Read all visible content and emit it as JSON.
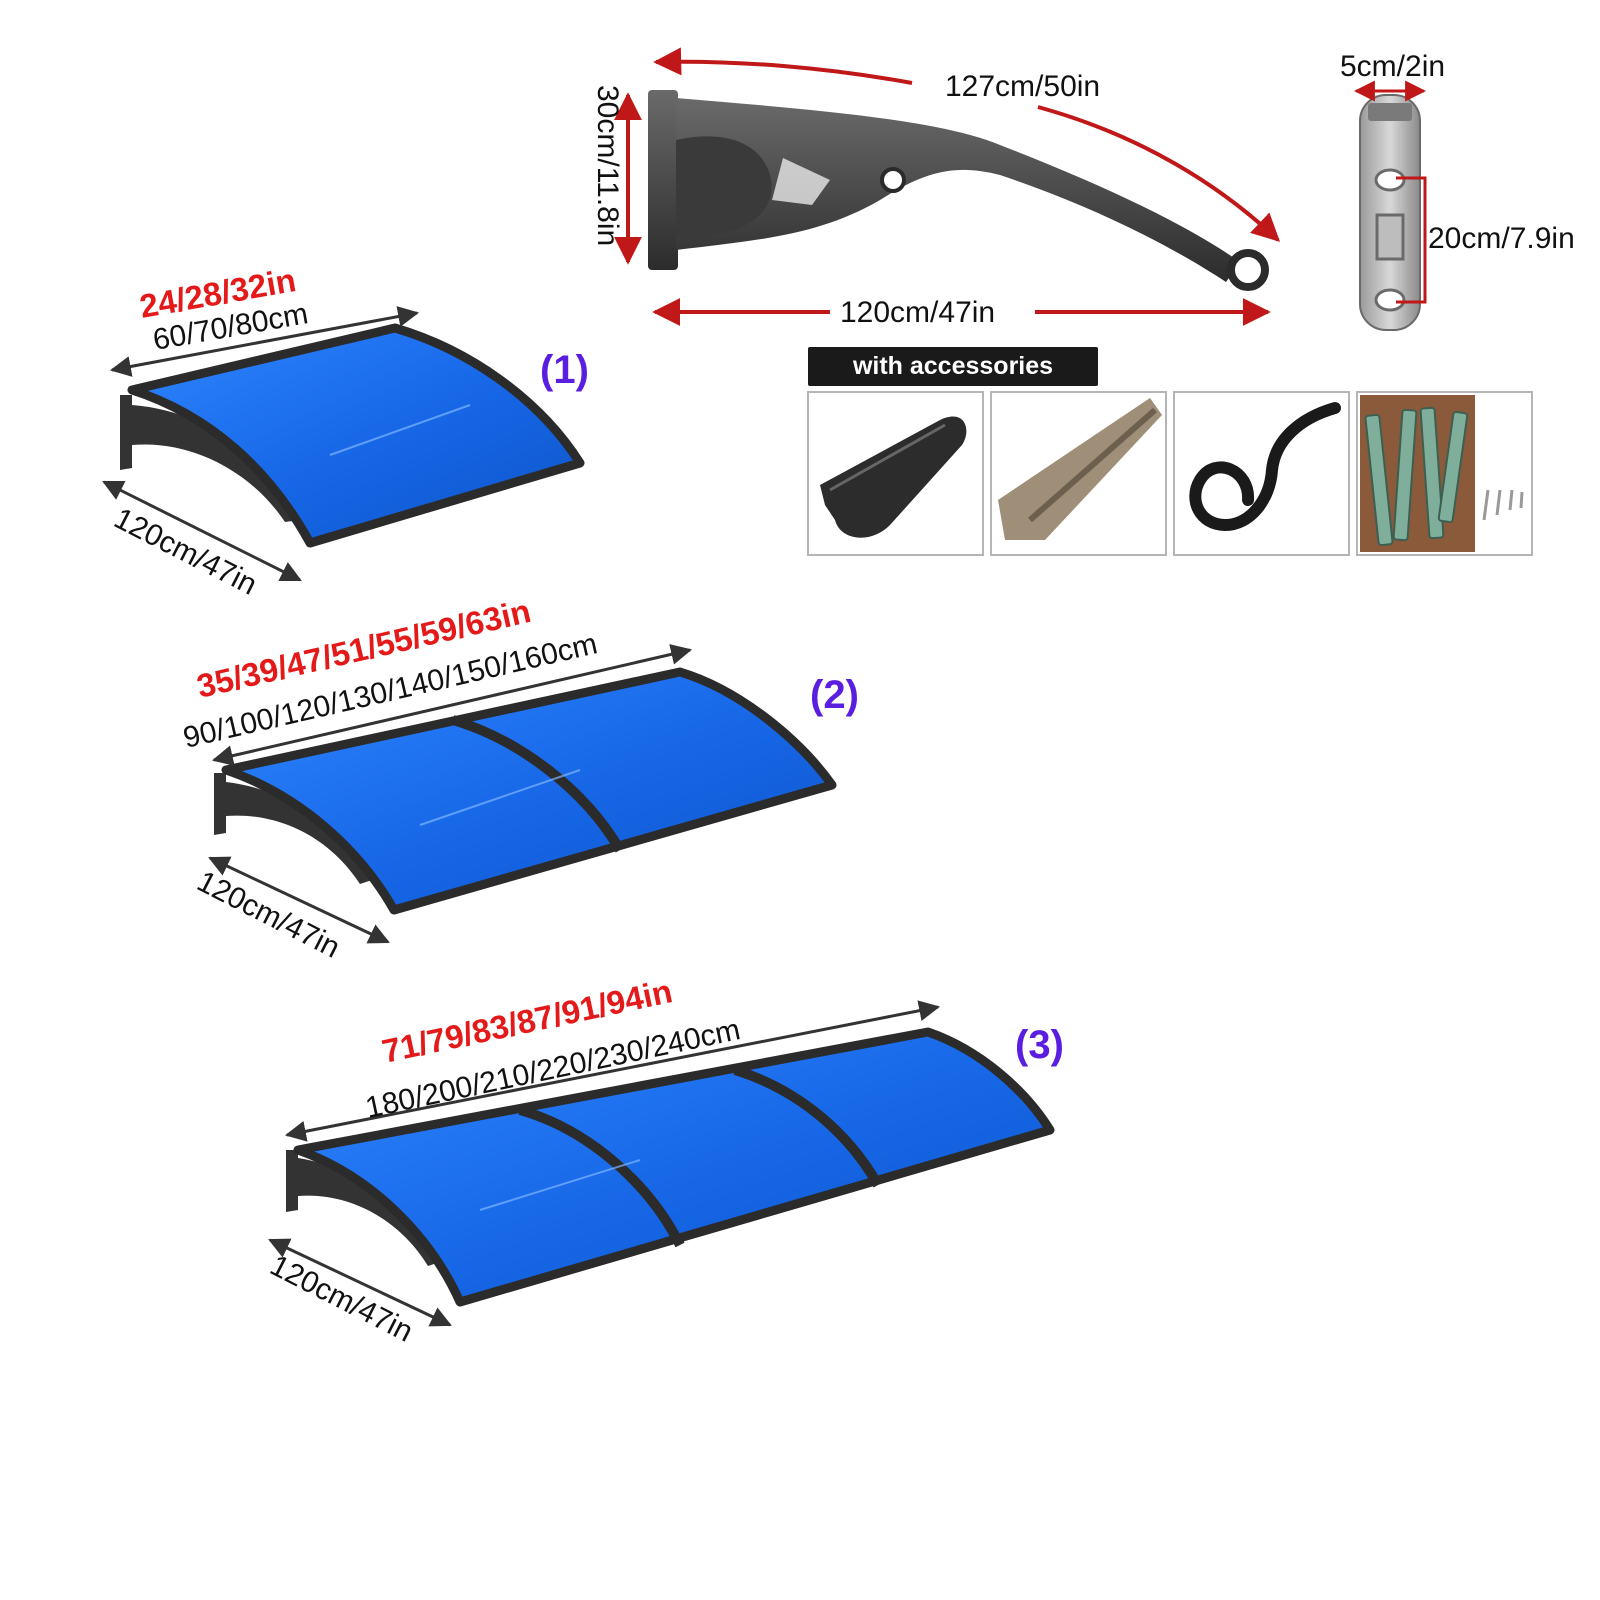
{
  "bracket": {
    "arc_length": "127cm/50in",
    "height": "30cm/11.8in",
    "projection": "120cm/47in"
  },
  "mount_plate": {
    "width": "5cm/2in",
    "hole_spacing": "20cm/7.9in"
  },
  "accessories": {
    "label": "with accessories",
    "items": [
      "drainage-gutter",
      "aluminium-rail",
      "rubber-seal-strip",
      "expansion-bolts-and-screws"
    ]
  },
  "canopies": [
    {
      "index_label": "(1)",
      "width_in": "24/28/32in",
      "width_cm": "60/70/80cm",
      "depth": "120cm/47in",
      "panels": 1
    },
    {
      "index_label": "(2)",
      "width_in": "35/39/47/51/55/59/63in",
      "width_cm": "90/100/120/130/140/150/160cm",
      "depth": "120cm/47in",
      "panels": 2
    },
    {
      "index_label": "(3)",
      "width_in": "71/79/83/87/91/94in",
      "width_cm": "180/200/210/220/230/240cm",
      "depth": "120cm/47in",
      "panels": 3
    }
  ],
  "colors": {
    "panel": "#1d6ff0",
    "frame": "#2b2b2b",
    "dimension_arrow": "#c01818",
    "imperial_text": "#e41a1a",
    "index_text": "#5a1ee0"
  }
}
